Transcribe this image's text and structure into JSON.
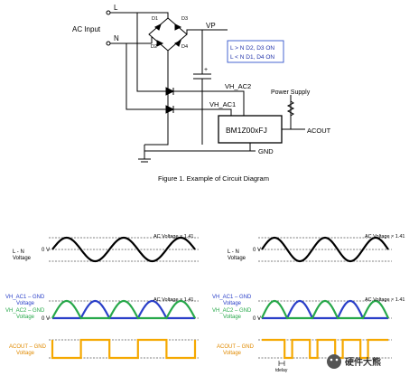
{
  "circuit": {
    "ac_input": "AC Input",
    "line": "L",
    "neutral": "N",
    "d1": "D1",
    "d2": "D2",
    "d3": "D3",
    "d4": "D4",
    "vp": "VP",
    "plus": "+",
    "note_line1": "L > N  D2, D3 ON",
    "note_line2": "L < N  D1, D4 ON",
    "vh_ac2": "VH_AC2",
    "vh_ac1": "VH_AC1",
    "power_supply": "Power Supply",
    "ic": "BM1Z00xFJ",
    "acout": "ACOUT",
    "gnd": "GND"
  },
  "caption": "Figure 1. Example of Circuit Diagram",
  "waveforms": {
    "ac_peak": "AC Voltage × 1.41",
    "zero": "0 V",
    "ln_line1": "L - N",
    "ln_line2": "Voltage",
    "vhac1_line": "VH_AC1 – GND",
    "vhac1_volt": "Voltage",
    "vhac2_line": "VH_AC2 – GND",
    "vhac2_volt": "Voltage",
    "acout_line": "ACOUT – GND",
    "acout_volt": "Voltage",
    "tdelay": "tdelay"
  },
  "watermark": "硬件大熊",
  "colors": {
    "line": "#000000",
    "note_border": "#3355cc",
    "note_text": "#2233aa",
    "vhac1": "#2a3fc8",
    "vhac2": "#27a84a",
    "acout": "#f5a800",
    "label_blue": "#2a3fc8",
    "label_orange": "#e08a00"
  }
}
